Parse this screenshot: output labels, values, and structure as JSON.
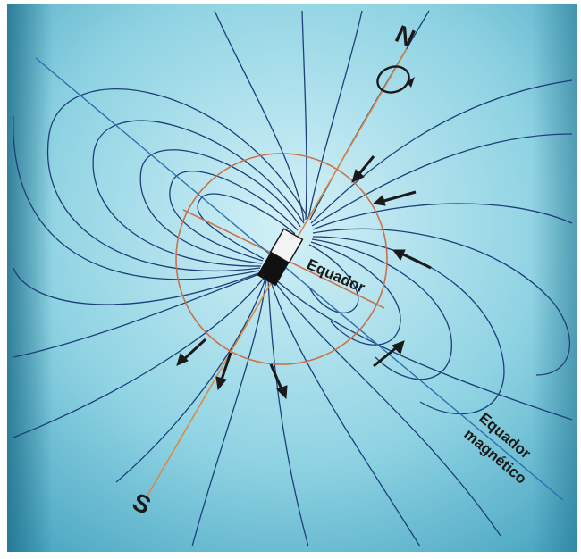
{
  "labels": {
    "north": "N",
    "south": "S",
    "equator": "Equador",
    "magnetic_equator_line1": "Equador",
    "magnetic_equator_line2": "magnético"
  },
  "colors": {
    "background_light": "#c9edf5",
    "background_mid": "#7fcfe0",
    "background_dark": "#3aa0bb",
    "field_line": "#1d3f7a",
    "rotation_axis": "#d98a4a",
    "earth_circle": "#c9714a",
    "magnetic_equator": "#2a6fb0",
    "arrow": "#1a1a1a",
    "magnet_dark": "#111111",
    "magnet_light": "#f4f4f4"
  },
  "icons": [
    "rotation-arrow-icon",
    "field-direction-arrow-icon",
    "bar-magnet-icon"
  ]
}
